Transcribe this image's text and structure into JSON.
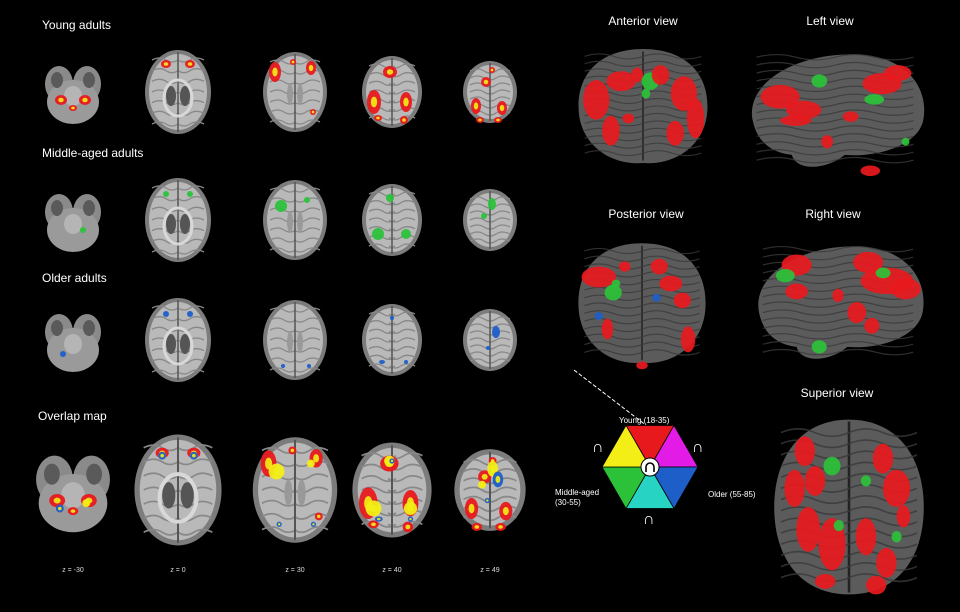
{
  "row_labels": [
    "Young adults",
    "Middle-aged adults",
    "Older adults",
    "Overlap map"
  ],
  "z_labels": [
    "z = -30",
    "z = 0",
    "z = 30",
    "z = 40",
    "z = 49"
  ],
  "view_labels": {
    "anterior": "Anterior view",
    "left": "Left view",
    "posterior": "Posterior view",
    "right": "Right view",
    "superior": "Superior view"
  },
  "legend": {
    "young": "Young (18-35)",
    "middle_line1": "Middle-aged",
    "middle_line2": "(30-55)",
    "older": "Older (55-85)",
    "intersection_symbol": "∩",
    "colors": {
      "young": "#e8191d",
      "magenta": "#e21be6",
      "older": "#1e5ec8",
      "cyan": "#27d4c4",
      "middle": "#2bc23a",
      "yellow": "#f2ee16"
    }
  }
}
